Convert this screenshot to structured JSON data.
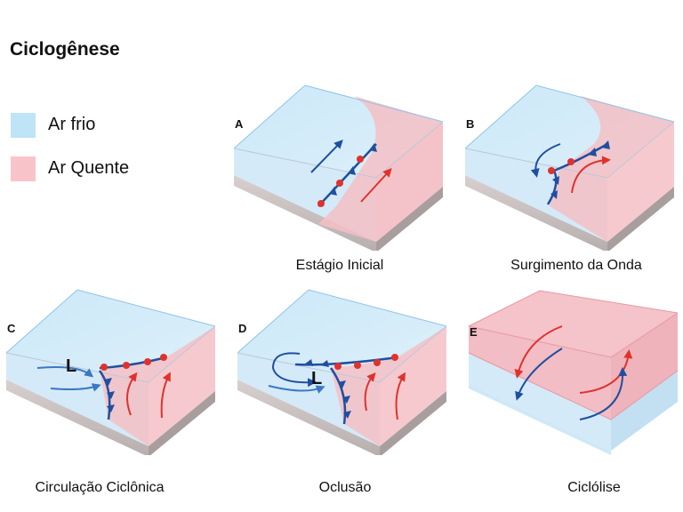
{
  "title": "Ciclogênese",
  "legend": [
    {
      "label": "Ar frio",
      "color": "#bfe3f7"
    },
    {
      "label": "Ar Quente",
      "color": "#f9c4c9"
    }
  ],
  "colors": {
    "cold_front": "#1f4fa0",
    "warm_front": "#e0322c",
    "cold_arrow": "#1f4fa0",
    "warm_arrow": "#e0322c"
  },
  "panels": [
    {
      "letter": "A",
      "caption": "Estágio Inicial"
    },
    {
      "letter": "B",
      "caption": "Surgimento da Onda"
    },
    {
      "letter": "C",
      "caption": "Circulação Ciclônica",
      "low_label": "L"
    },
    {
      "letter": "D",
      "caption": "Oclusão",
      "low_label": "L"
    },
    {
      "letter": "E",
      "caption": "Ciclólise"
    }
  ]
}
